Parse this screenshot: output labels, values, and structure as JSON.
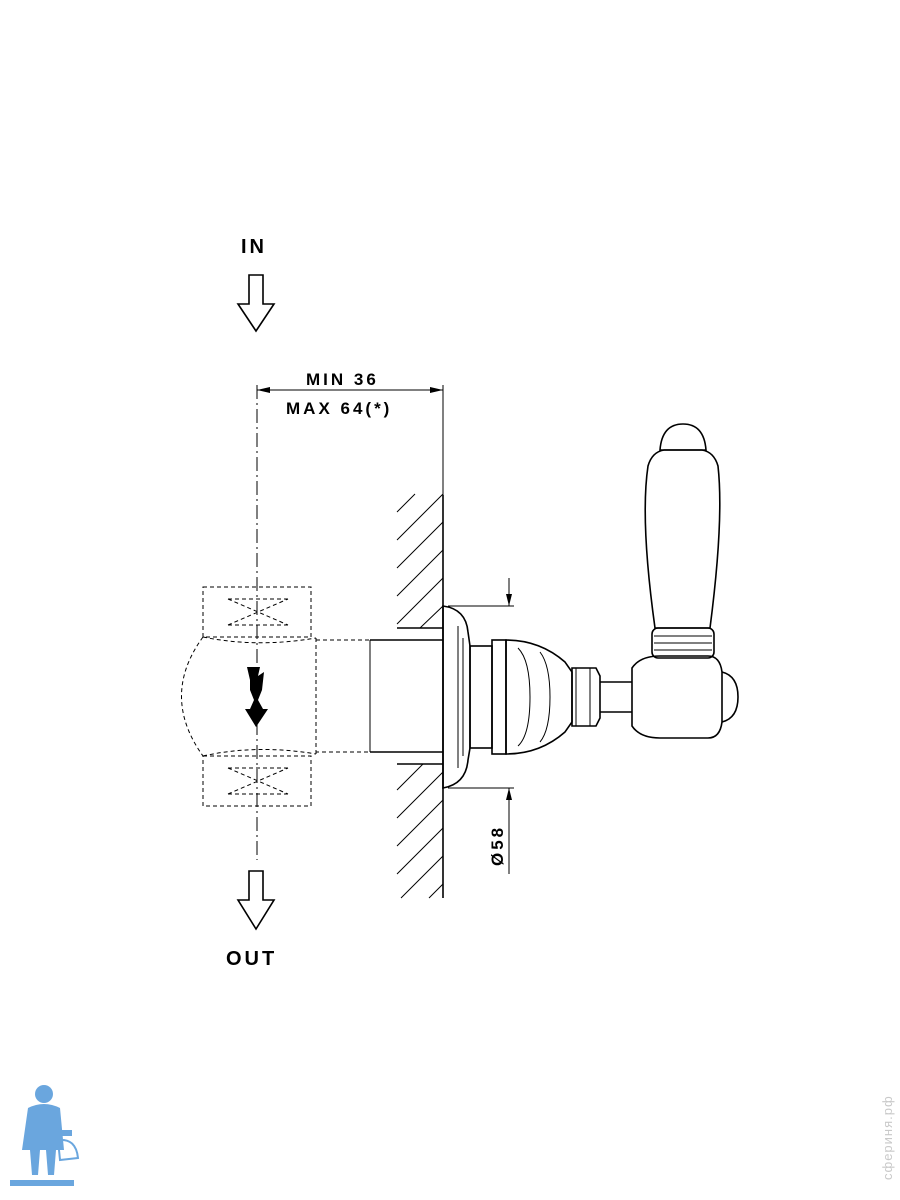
{
  "labels": {
    "inlet": "IN",
    "outlet": "OUT",
    "depth_min": "MIN 36",
    "depth_max": "MAX 64(*)",
    "flange_diameter": "Ø58"
  },
  "watermark": {
    "site_text": "сфериня.рф"
  },
  "colors": {
    "line": "#000000",
    "background": "#ffffff",
    "logo_blue": "#6aa6de",
    "watermark_gray": "#c9c9c9"
  }
}
